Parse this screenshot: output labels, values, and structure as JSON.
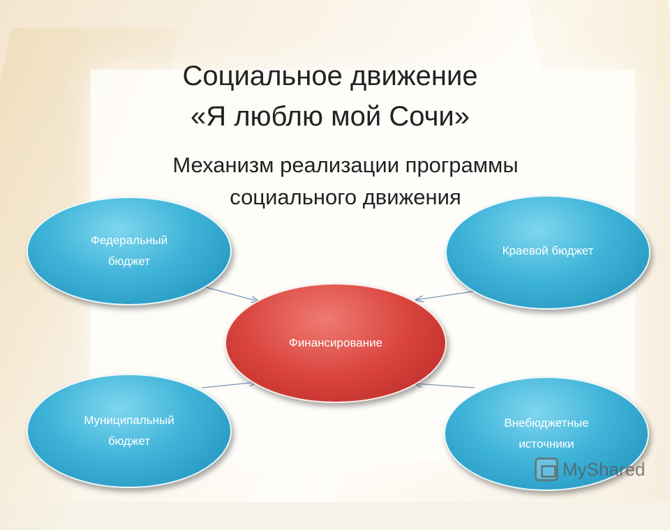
{
  "title": {
    "line1": "Социальное движение",
    "line2": "«Я люблю мой Сочи»"
  },
  "subtitle": {
    "line1": "Механизм реализации  программы",
    "line2": "социального движения"
  },
  "nodes": {
    "federal": {
      "line1": "Федеральный",
      "line2": "бюджет",
      "color": "#3fb4d9"
    },
    "regional": {
      "line1": "Краевой бюджет",
      "color": "#3fb4d9"
    },
    "financing": {
      "line1": "Финансирование",
      "color": "#d9443d"
    },
    "municipal": {
      "line1": "Муниципальный",
      "line2": "бюджет",
      "color": "#3fb4d9"
    },
    "extra": {
      "line1": "Внебюджетные",
      "line2": "источники",
      "color": "#3fb4d9"
    }
  },
  "watermark": {
    "text": "MyShared",
    "icon": "presentation-icon"
  }
}
